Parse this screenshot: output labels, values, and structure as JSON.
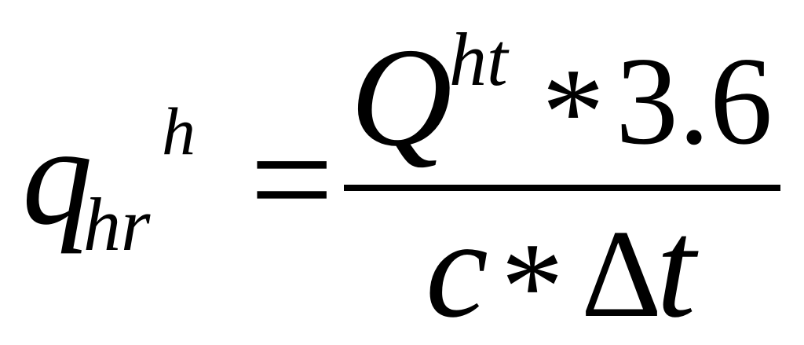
{
  "formula": {
    "lhs": {
      "base": "q",
      "subscript": "hr",
      "superscript": "h"
    },
    "equals": "=",
    "numerator": {
      "base": "Q",
      "superscript": "ht",
      "operator": "*",
      "constant": "3.6"
    },
    "denominator": {
      "variable": "c",
      "operator": "*",
      "delta": "Δ",
      "delta_variable": "t"
    }
  },
  "colors": {
    "ink": "#000000",
    "background": "#ffffff"
  }
}
